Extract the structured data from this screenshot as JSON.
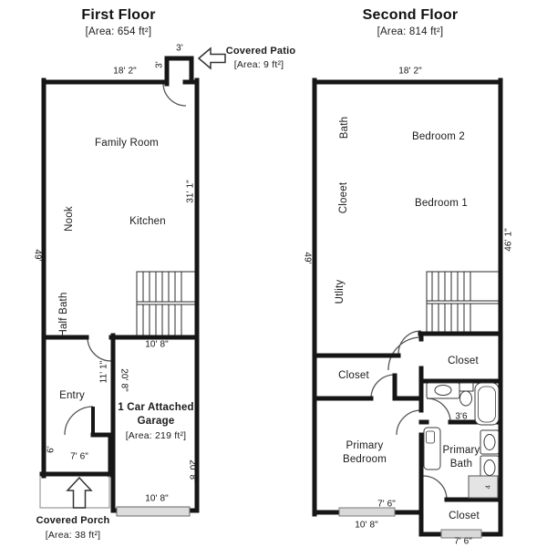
{
  "first_floor": {
    "title": "First Floor",
    "area_label": "[Area: 654 ft²]",
    "rooms": {
      "family_room": "Family Room",
      "nook": "Nook",
      "kitchen": "Kitchen",
      "half_bath": "Half Bath",
      "entry": "Entry",
      "garage_line1": "1 Car Attached",
      "garage_line2": "Garage",
      "garage_area": "[Area: 219 ft²]"
    },
    "dimensions": {
      "top_width": "18' 2\"",
      "patio_width": "3'",
      "patio_depth": "3'",
      "right_height": "31' 1\"",
      "left_height": "49'",
      "stair_wall_width": "10' 8\"",
      "entry_hall_height": "11' 1\"",
      "garage_depth_left": "20' 8\"",
      "garage_depth_right": "20' 8\"",
      "porch_depth": "6'",
      "porch_width": "7' 6\"",
      "garage_door_width": "10' 8\""
    },
    "callouts": {
      "patio_label": "Covered Patio",
      "patio_area": "[Area: 9 ft²]",
      "porch_label": "Covered Porch",
      "porch_area": "[Area: 38 ft²]"
    }
  },
  "second_floor": {
    "title": "Second Floor",
    "area_label": "[Area: 814 ft²]",
    "rooms": {
      "bath": "Bath",
      "bedroom2": "Bedroom 2",
      "closet_upper": "Cloeet",
      "bedroom1": "Bedroom 1",
      "utility": "Utlity",
      "closet_left": "Closet",
      "closet_stairs": "Closet",
      "primary_bedroom_line1": "Primary",
      "primary_bedroom_line2": "Bedroom",
      "primary_bath_line1": "Primary",
      "primary_bath_line2": "Bath",
      "closet_bottom": "Closet"
    },
    "dimensions": {
      "top_width": "18' 2\"",
      "left_height": "49'",
      "right_height": "46' 1\"",
      "bath_width": "3'6",
      "linen": "4",
      "bedroom_width": "7' 6\"",
      "bedroom_width_outer": "10' 8\"",
      "closet_width": "7' 6\""
    }
  }
}
